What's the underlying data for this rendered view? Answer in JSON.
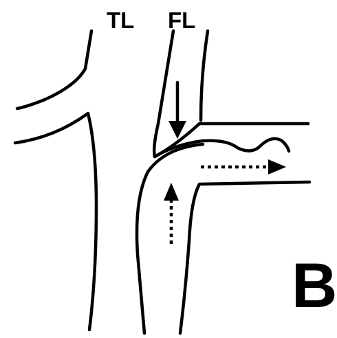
{
  "labels": {
    "true_lumen": "TL",
    "false_lumen": "FL",
    "panel": "B"
  },
  "colors": {
    "line": "#000000",
    "background": "#ffffff"
  },
  "arrows": {
    "solid": "solid-arrow-down",
    "dotted_horizontal": "dotted-arrow-right",
    "dotted_vertical": "dotted-arrow-up"
  }
}
